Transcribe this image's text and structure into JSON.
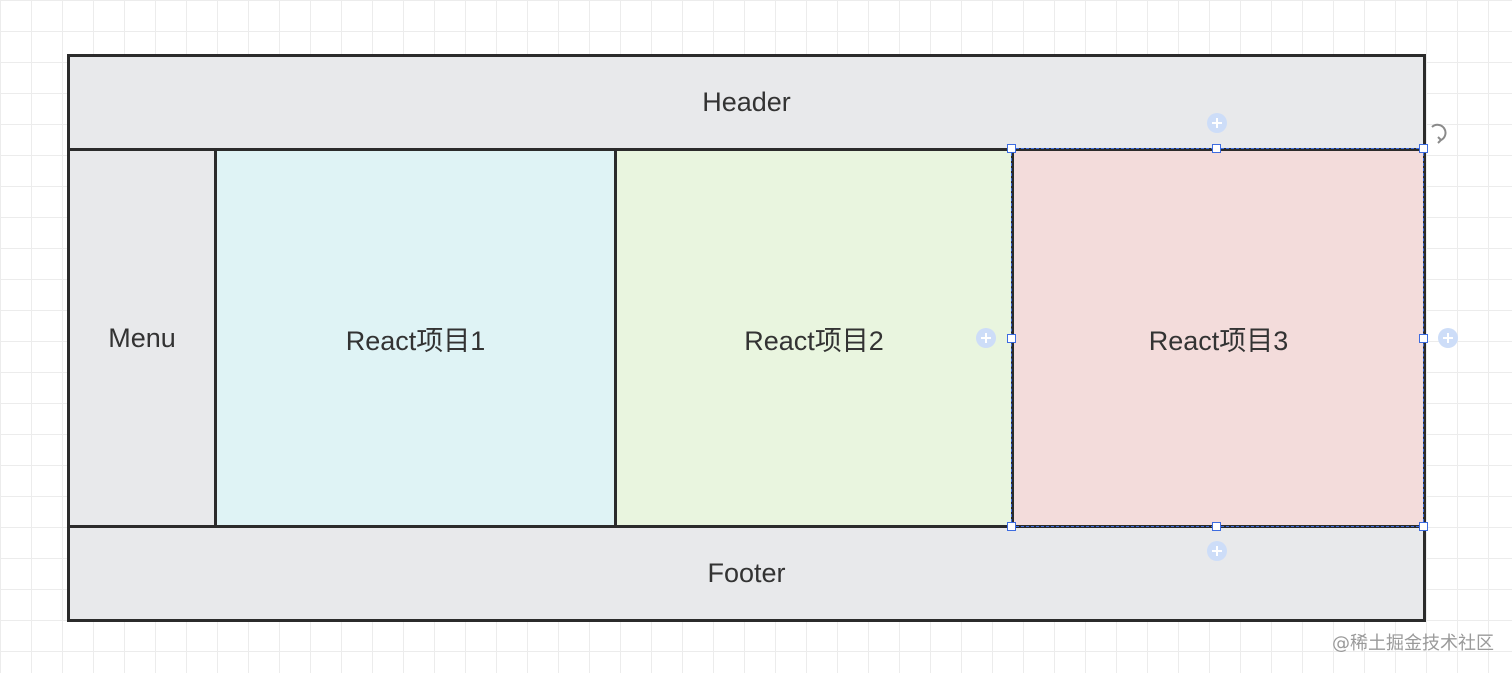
{
  "diagram": {
    "header": "Header",
    "menu": "Menu",
    "project1": "React项目1",
    "project2": "React项目2",
    "project3": "React项目3",
    "footer": "Footer"
  },
  "colors": {
    "frame": "#e8e9eb",
    "project1": "#dff3f5",
    "project2": "#e9f5df",
    "project3": "#f3dcdb",
    "selection": "#3d6ce0"
  },
  "selection": {
    "selected": "React项目3"
  },
  "watermark": "@稀土掘金技术社区"
}
